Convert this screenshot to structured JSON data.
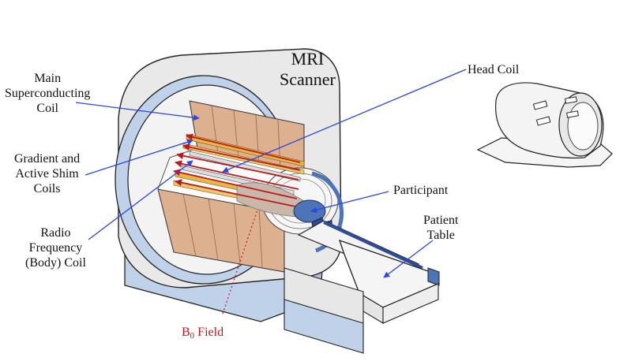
{
  "title": {
    "line1": "MRI",
    "line2": "Scanner"
  },
  "labels": {
    "main_coil": [
      "Main",
      "Superconducting",
      "Coil"
    ],
    "gradient_coils": [
      "Gradient and",
      "Active Shim",
      "Coils"
    ],
    "rf_coil": [
      "Radio",
      "Frequency",
      "(Body) Coil"
    ],
    "head_coil": "Head Coil",
    "participant": "Participant",
    "patient_table": [
      "Patient",
      "Table"
    ],
    "b0_field": {
      "main": "B",
      "sub": "0",
      "rest": " Field"
    }
  },
  "colors": {
    "pointer_blue": "#2a45e8",
    "field_red": "#c01818",
    "housing_gray": "#e9e9e9",
    "base_blue": "#bfd2ea",
    "coil_tan": "#ddb08f",
    "gradient_gold": "#e9b64a"
  }
}
